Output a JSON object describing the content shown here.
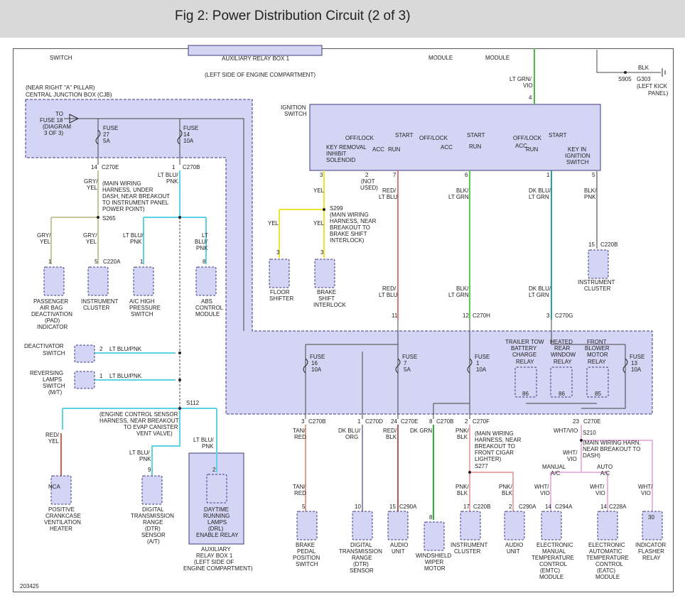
{
  "header": {
    "title": "Fig 2: Power Distribution Circuit (2 of 3)"
  },
  "figure_id": "203425",
  "colors": {
    "box_fill": "#d4d4f4",
    "box_border": "#3b3b80",
    "wire_grayel": "#c6c69a",
    "wire_ltblupnk": "#5fd3e6",
    "wire_yel": "#f1e534",
    "wire_redltblu": "#e07878",
    "wire_blkltgrn": "#55cc55",
    "wire_dkbluitgrn": "#2d9d9d",
    "wire_blkpnk": "#999999",
    "wire_whtvio": "#e8b8e0",
    "wire_tanred": "#e0a088",
    "wire_dkbluorg": "#9090b0",
    "wire_redblk": "#b55a5a",
    "wire_dkgrn": "#30b030",
    "wire_pnkblk": "#e8aaaa",
    "wire_ltgrnvio": "#44bb44",
    "wire_redyel": "#d06050",
    "wire_gnd": "#444444"
  },
  "labels": {
    "t1": "SWITCH",
    "t2": "AUXILIARY RELAY BOX 1",
    "t3": "(LEFT SIDE OF ENGINE COMPARTMENT)",
    "t4": "MODULE",
    "t5": "MODULE",
    "t6": "LT GRN/",
    "t7": "VIO",
    "t8": "BLK",
    "t9": "S905",
    "t10": "G303",
    "t11": "(LEFT KICK",
    "t12": "PANEL)",
    "t13": "(NEAR RIGHT \"A\" PILLAR)",
    "t14": "CENTRAL JUNCTION BOX (CJB)",
    "t15": "TO",
    "t16": "FUSE 18",
    "t17": "(DIAGRAM",
    "t18": "3 OF 3)",
    "t19": "FUSE",
    "t20": "27",
    "t21": "5A",
    "t22": "FUSE",
    "t23": "14",
    "t24": "10A",
    "t25": "IGNITION",
    "t26": "SWITCH",
    "t27": "4",
    "t28": "OFF/LOCK",
    "t29": "START",
    "t30": "ACC",
    "t31": "RUN",
    "t32": "OFF/LOCK",
    "t33": "START",
    "t34": "ACC",
    "t35": "RUN",
    "t36": "OFF/LOCK",
    "t37": "START",
    "t38": "ACC",
    "t39": "RUN",
    "t40": "KEY REMOVAL",
    "t41": "INHIBIT",
    "t42": "SOLENOID",
    "t43": "KEY IN",
    "t44": "IGNITION",
    "t45": "SWITCH",
    "t46": "14",
    "t47": "C270E",
    "t48": "1",
    "t49": "C270B",
    "t50": "3",
    "t51": "2",
    "t52": "(NOT",
    "t53": "USED)",
    "t54": "7",
    "t55": "6",
    "t56": "1",
    "t57": "5",
    "t58": "GRY/",
    "t59": "YEL",
    "t60": "LT BLU/",
    "t61": "PNK",
    "t62": "(MAIN WIRING",
    "t63": "HARNESS, UNDER",
    "t64": "DASH, NEAR BREAKOUT",
    "t65": "TO INSTRUMENT PANEL",
    "t66": "POWER POINT)",
    "t67": "S265",
    "t68": "YEL",
    "t69": "S299",
    "t70": "(MAIN WIRING",
    "t71": "HARNESS, NEAR",
    "t72": "BREAKOUT TO",
    "t73": "BRAKE SHIFT",
    "t74": "INTERLOCK)",
    "t75": "RED/",
    "t76": "LT BLU",
    "t77": "BLK/",
    "t78": "LT GRN",
    "t79": "DK BLU/",
    "t80": "LT GRN",
    "t81": "BLK/",
    "t82": "PNK",
    "t83": "YEL",
    "t84": "YEL",
    "t85": "GRY/",
    "t86": "YEL",
    "t87": "GRY/",
    "t88": "YEL",
    "t89": "LT BLU/",
    "t90": "PNK",
    "t91": "LT",
    "t92": "BLU/",
    "t93": "PNK",
    "t94": "1",
    "t95": "5",
    "t96": "C220A",
    "t97": "1",
    "t98": "8",
    "t99": "3",
    "t100": "3",
    "t101": "15",
    "t102": "C220B",
    "t103": "PASSENGER",
    "t104": "AIR BAG",
    "t105": "DEACTIVATION",
    "t106": "(PAD)",
    "t107": "INDICATOR",
    "t108": "INSTRUMENT",
    "t109": "CLUSTER",
    "t110": "A/C HIGH",
    "t111": "PRESSURE",
    "t112": "SWITCH",
    "t113": "ABS",
    "t114": "CONTROL",
    "t115": "MODULE",
    "t116": "FLOOR",
    "t117": "SHIFTER",
    "t118": "BRAKE",
    "t119": "SHIFT",
    "t120": "INTERLOCK",
    "t121": "INSTRUMENT",
    "t122": "CLUSTER",
    "t123": "RED/",
    "t124": "LT BLU",
    "t125": "BLK/",
    "t126": "LT GRN",
    "t127": "DK BLU/",
    "t128": "LT GRN",
    "t129": "11",
    "t130": "12",
    "t131": "C270H",
    "t132": "3",
    "t133": "C270G",
    "t134": "DEACTIVATOR",
    "t135": "SWITCH",
    "t136": "2",
    "t137": "LT BLU/PNK",
    "t138": "REVERSING",
    "t139": "LAMPS",
    "t140": "SWITCH",
    "t141": "(M/T)",
    "t142": "1",
    "t143": "LT BLU/PNK",
    "t144": "FUSE",
    "t145": "16",
    "t146": "10A",
    "t147": "FUSE",
    "t148": "7",
    "t149": "5A",
    "t150": "FUSE",
    "t151": "1",
    "t152": "10A",
    "t153": "TRAILER TOW",
    "t154": "BATTERY",
    "t155": "CHARGE",
    "t156": "RELAY",
    "t157": "HEATED",
    "t158": "REAR",
    "t159": "WINDOW",
    "t160": "RELAY",
    "t161": "FRONT",
    "t162": "BLOWER",
    "t163": "MOTOR",
    "t164": "RELAY",
    "t165": "FUSE",
    "t166": "13",
    "t167": "10A",
    "t168": "86",
    "t169": "86",
    "t170": "85",
    "t171": "S112",
    "t172": "(ENGINE CONTROL SENSOR",
    "t173": "HARNESS, NEAR BREAKOUT",
    "t174": "TO EVAP CANISTER",
    "t175": "VENT VALVE)",
    "t176": "RED/",
    "t177": "YEL",
    "t178": "LT BLU/",
    "t179": "PNK",
    "t180": "LT BLU/",
    "t181": "PNK",
    "t182": "NCA",
    "t183": "9",
    "t184": "2",
    "t185": "POSITIVE",
    "t186": "CRANKCASE",
    "t187": "VENTILATION",
    "t188": "HEATER",
    "t189": "DIGITAL",
    "t190": "TRANSMISSION",
    "t191": "RANGE",
    "t192": "(DTR)",
    "t193": "SENSOR",
    "t194": "(A/T)",
    "t195": "DAYTIME",
    "t196": "RUNNING",
    "t197": "LAMPS",
    "t198": "(DRL)",
    "t199": "ENABLE RELAY",
    "t200": "AUXILIARY",
    "t201": "RELAY BOX 1",
    "t202": "(LEFT SIDE OF",
    "t203": "ENGINE COMPARTMENT)",
    "t204": "3",
    "t205": "C270B",
    "t206": "1",
    "t207": "C270D",
    "t208": "24",
    "t209": "C270E",
    "t210": "8",
    "t211": "C270B",
    "t212": "2",
    "t213": "C270F",
    "t214": "23",
    "t215": "C270E",
    "t216": "TAN/",
    "t217": "RED",
    "t218": "DK BLU/",
    "t219": "ORG",
    "t220": "RED/",
    "t221": "BLK",
    "t222": "DK GRN",
    "t223": "PNK/",
    "t224": "BLK",
    "t225": "(MAIN WIRING",
    "t226": "HARNESS, NEAR",
    "t227": "BREAKOUT TO",
    "t228": "FRONT CIGAR",
    "t229": "LIGHTER)",
    "t230": "S277",
    "t231": "WHT/VIO",
    "t232": "S210",
    "t233": "(MAIN WIRING HARN.",
    "t234": "NEAR BREAKOUT TO",
    "t235": "DASH)",
    "t236": "WHT/",
    "t237": "VIO",
    "t238": "MANUAL",
    "t239": "A/C",
    "t240": "AUTO",
    "t241": "A/C",
    "t242": "TAN/",
    "t243": "RED",
    "t244": "PNK/",
    "t245": "BLK",
    "t246": "PNK/",
    "t247": "BLK",
    "t248": "WHT/",
    "t249": "VIO",
    "t250": "WHT/",
    "t251": "VIO",
    "t252": "WHT/",
    "t253": "VIO",
    "t254": "5",
    "t255": "10",
    "t256": "15",
    "t257": "C290A",
    "t258": "8",
    "t259": "17",
    "t260": "C220B",
    "t261": "2",
    "t262": "C290A",
    "t263": "14",
    "t264": "C294A",
    "t265": "14",
    "t266": "C228A",
    "t267": "30",
    "t268": "BRAKE",
    "t269": "PEDAL",
    "t270": "POSITION",
    "t271": "SWITCH",
    "t272": "DIGITAL",
    "t273": "TRANSMISSION",
    "t274": "RANGE",
    "t275": "(DTR)",
    "t276": "SENSOR",
    "t277": "AUDIO",
    "t278": "UNIT",
    "t279": "WINDSHIELD",
    "t280": "WIPER",
    "t281": "MOTOR",
    "t282": "INSTRUMENT",
    "t283": "CLUSTER",
    "t284": "AUDIO",
    "t285": "UNIT",
    "t286": "ELECTRONIC",
    "t287": "MANUAL",
    "t288": "TEMPERATURE",
    "t289": "CONTROL",
    "t290": "(EMTC)",
    "t291": "MODULE",
    "t292": "ELECTRONIC",
    "t293": "AUTOMATIC",
    "t294": "TEMPERATURE",
    "t295": "CONTROL",
    "t296": "(EATC)",
    "t297": "MODULE",
    "t298": "INDICATOR",
    "t299": "FLASHER",
    "t300": "RELAY"
  }
}
